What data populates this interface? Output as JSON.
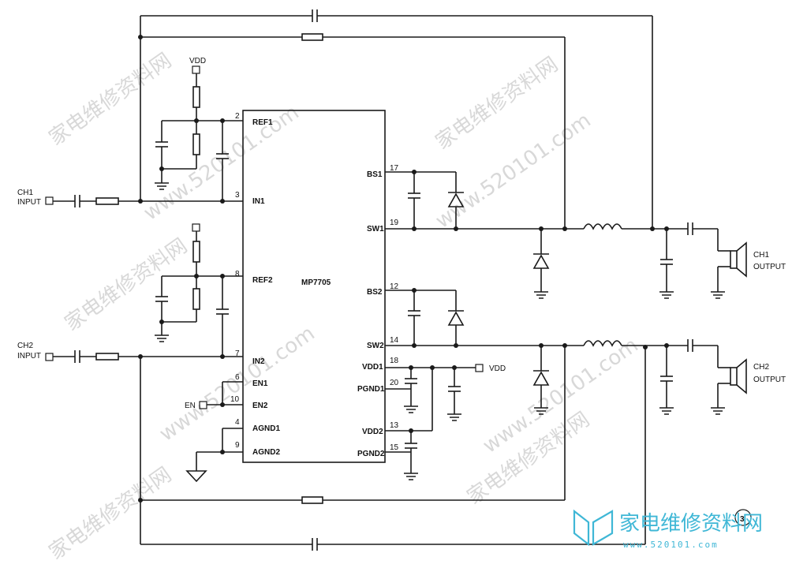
{
  "ic": {
    "name": "MP7705"
  },
  "pins": {
    "ref1": {
      "num": "2",
      "label": "REF1"
    },
    "in1": {
      "num": "3",
      "label": "IN1"
    },
    "ref2": {
      "num": "8",
      "label": "REF2"
    },
    "in2": {
      "num": "7",
      "label": "IN2"
    },
    "en1": {
      "num": "6",
      "label": "EN1"
    },
    "en2": {
      "num": "10",
      "label": "EN2"
    },
    "agnd1": {
      "num": "4",
      "label": "AGND1"
    },
    "agnd2": {
      "num": "9",
      "label": "AGND2"
    },
    "bs1": {
      "num": "17",
      "label": "BS1"
    },
    "sw1": {
      "num": "19",
      "label": "SW1"
    },
    "bs2": {
      "num": "12",
      "label": "BS2"
    },
    "sw2": {
      "num": "14",
      "label": "SW2"
    },
    "vdd1": {
      "num": "18",
      "label": "VDD1"
    },
    "pgnd1": {
      "num": "20",
      "label": "PGND1"
    },
    "vdd2": {
      "num": "13",
      "label": "VDD2"
    },
    "pgnd2": {
      "num": "15",
      "label": "PGND2"
    }
  },
  "ports": {
    "ch1_input": [
      "CH1",
      "INPUT"
    ],
    "ch2_input": [
      "CH2",
      "INPUT"
    ],
    "ch1_output": [
      "CH1",
      "OUTPUT"
    ],
    "ch2_output": [
      "CH2",
      "OUTPUT"
    ],
    "en": "EN",
    "vdd_top": "VDD",
    "vdd_right": "VDD"
  },
  "figure_marker": "3",
  "watermark": {
    "url": "www.520101.com",
    "cn": "家电维修资料网"
  },
  "brand": {
    "name": "家电维修资料网",
    "url": "www.520101.com"
  }
}
